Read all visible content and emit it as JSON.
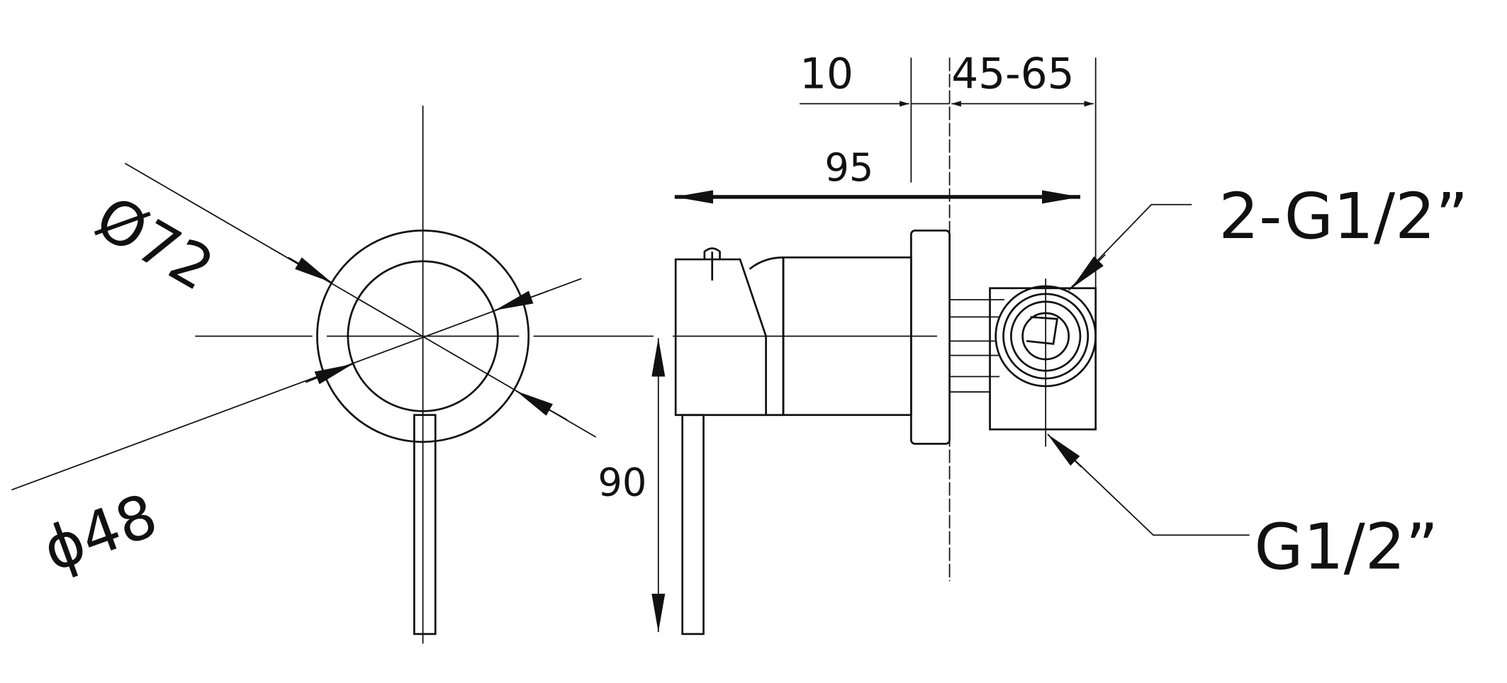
{
  "drawing": {
    "front_view": {
      "outer_diameter_label": "Ø72",
      "inner_diameter_label": "ϕ48"
    },
    "side_view": {
      "plate_thickness_label": "10",
      "wall_depth_label": "45-65",
      "overall_depth_label": "95",
      "lever_length_label": "90",
      "outlet_label": "2-G1/2”",
      "inlet_label": "G1/2”"
    }
  }
}
